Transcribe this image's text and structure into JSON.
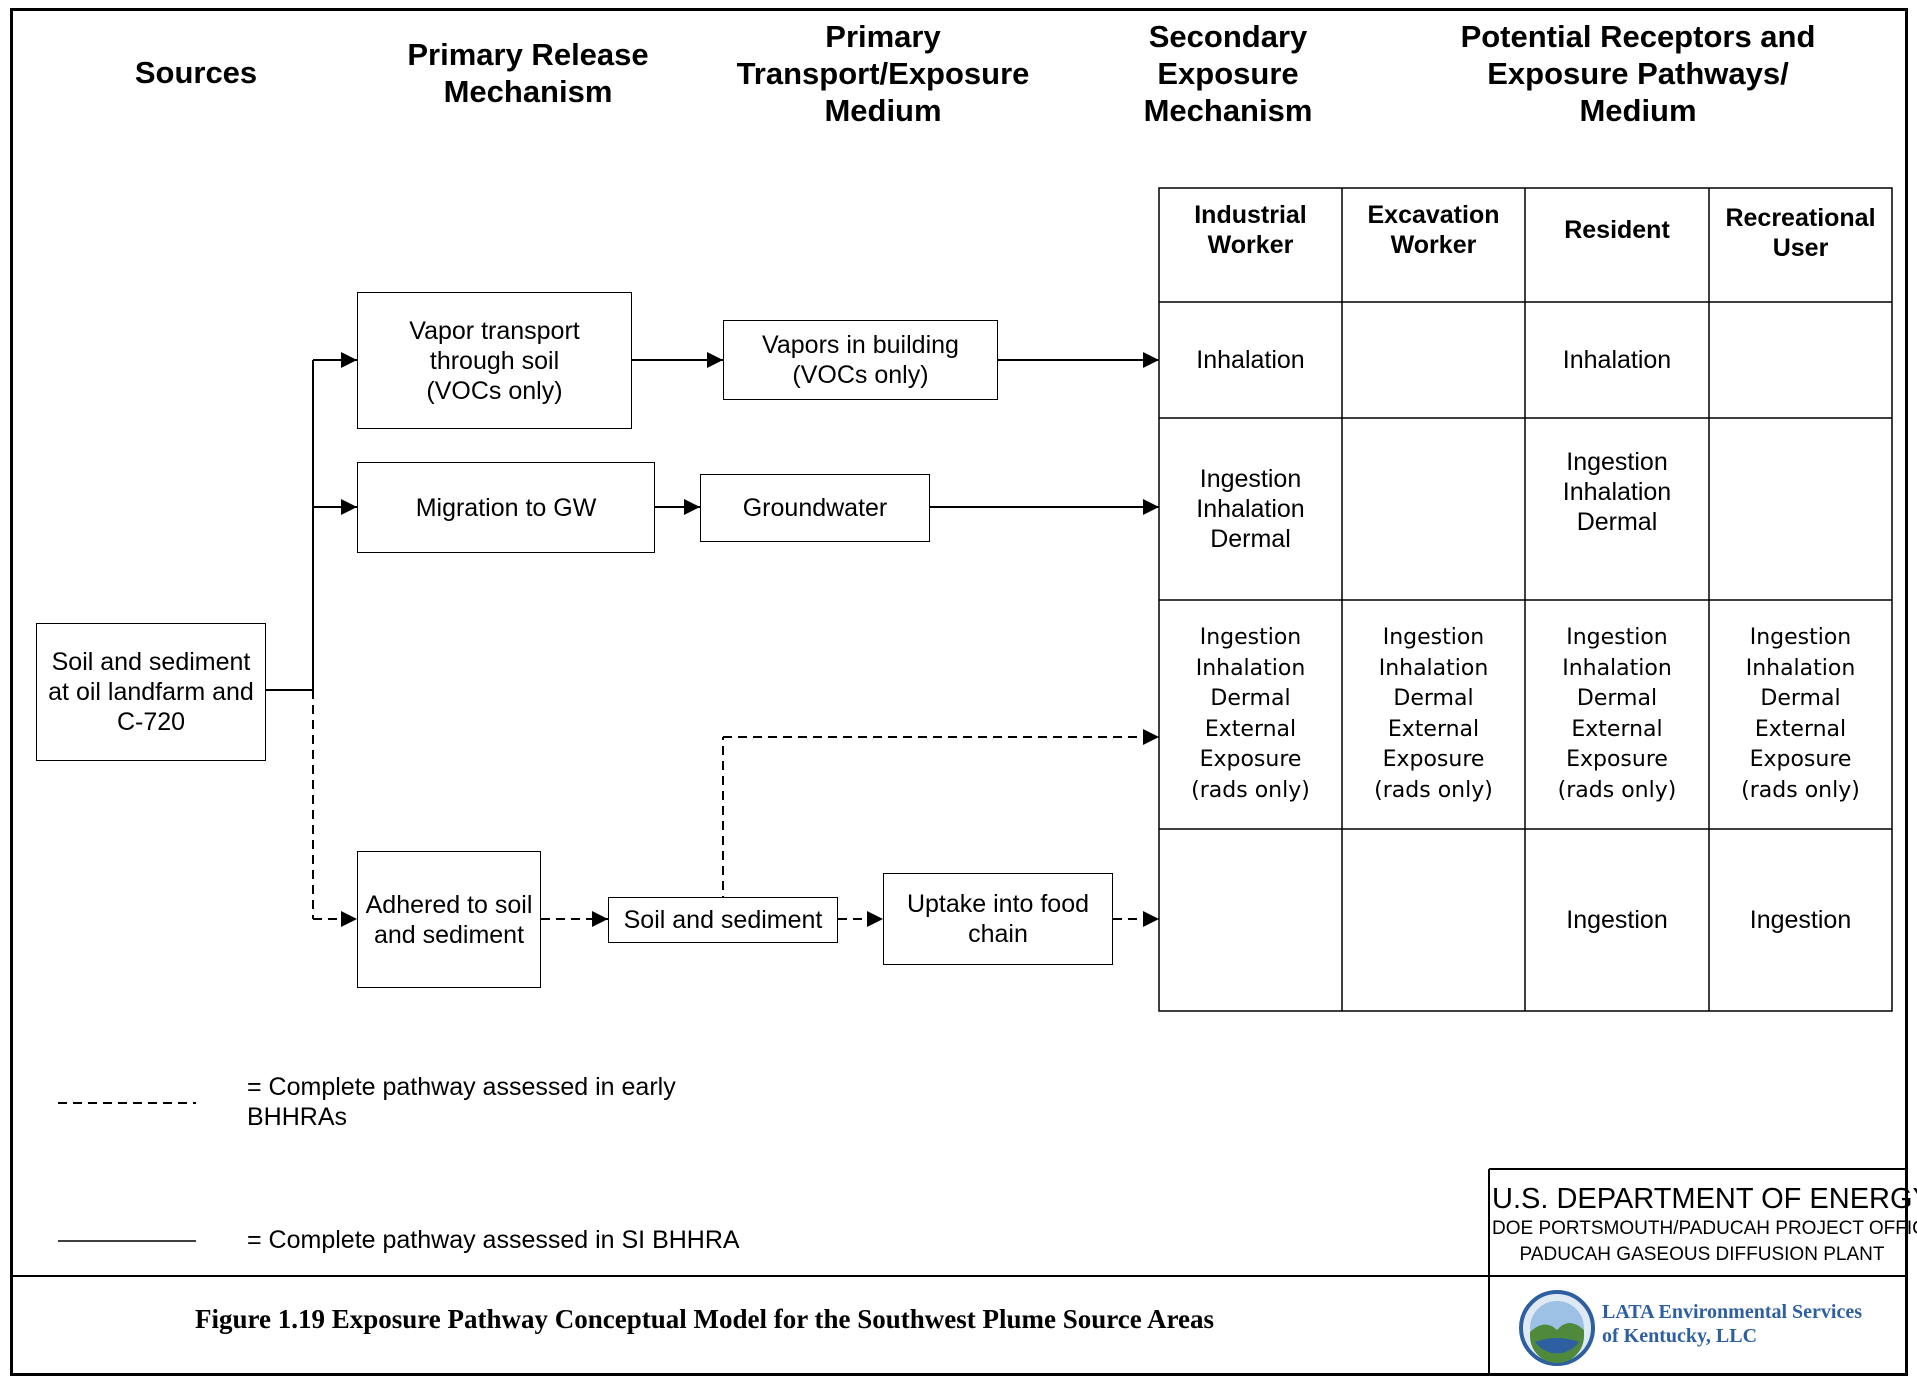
{
  "column_headers": [
    "Sources",
    "Primary Release\nMechanism",
    "Primary\nTransport/Exposure\nMedium",
    "Secondary\nExposure\nMechanism",
    "Potential Receptors and\nExposure Pathways/\nMedium"
  ],
  "source_box": "Soil and sediment\nat oil landfarm and\nC-720",
  "release_boxes": {
    "vapor": "Vapor transport\nthrough soil\n(VOCs only)",
    "migration": "Migration to GW",
    "adhered": "Adhered to soil\nand sediment"
  },
  "medium_boxes": {
    "vapors": "Vapors in building\n(VOCs only)",
    "groundwater": "Groundwater",
    "soil": "Soil and sediment",
    "uptake": "Uptake into food\nchain"
  },
  "receptors": [
    "Industrial\nWorker",
    "Excavation\nWorker",
    "Resident",
    "Recreational\nUser"
  ],
  "matrix": {
    "vapor": [
      "Inhalation",
      "",
      "Inhalation",
      ""
    ],
    "groundwater": [
      "Ingestion\nInhalation\nDermal",
      "",
      "Ingestion\nInhalation\nDermal",
      ""
    ],
    "soil": [
      "Ingestion\nInhalation\nDermal\nExternal\nExposure\n(rads only)",
      "Ingestion\nInhalation\nDermal\nExternal\nExposure\n(rads only)",
      "Ingestion\nInhalation\nDermal\nExternal\nExposure\n(rads only)",
      "Ingestion\nInhalation\nDermal\nExternal\nExposure\n(rads only)"
    ],
    "food": [
      "",
      "",
      "Ingestion",
      "Ingestion"
    ]
  },
  "legend": {
    "dashed": "= Complete pathway assessed in early\nBHHRAs",
    "solid": "= Complete pathway assessed in SI BHHRA"
  },
  "title_block": {
    "org": "U.S. DEPARTMENT OF ENERGY",
    "office": "DOE PORTSMOUTH/PADUCAH PROJECT OFFICE",
    "plant": "PADUCAH GASEOUS DIFFUSION PLANT",
    "contractor": "LATA Environmental Services\nof Kentucky, LLC"
  },
  "caption": "Figure 1.19 Exposure Pathway Conceptual Model for the Southwest Plume Source Areas"
}
